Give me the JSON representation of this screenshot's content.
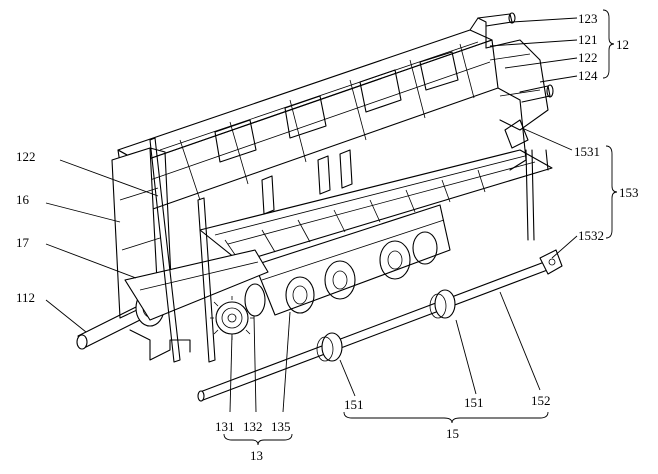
{
  "labels": {
    "l123": "123",
    "l121": "121",
    "l122_right": "122",
    "l124": "124",
    "l12": "12",
    "l1531": "1531",
    "l153": "153",
    "l1532": "1532",
    "l122_left": "122",
    "l16": "16",
    "l17": "17",
    "l112": "112",
    "l131": "131",
    "l132": "132",
    "l135": "135",
    "l13": "13",
    "l151_left": "151",
    "l151_right": "151",
    "l152": "152",
    "l15": "15"
  }
}
